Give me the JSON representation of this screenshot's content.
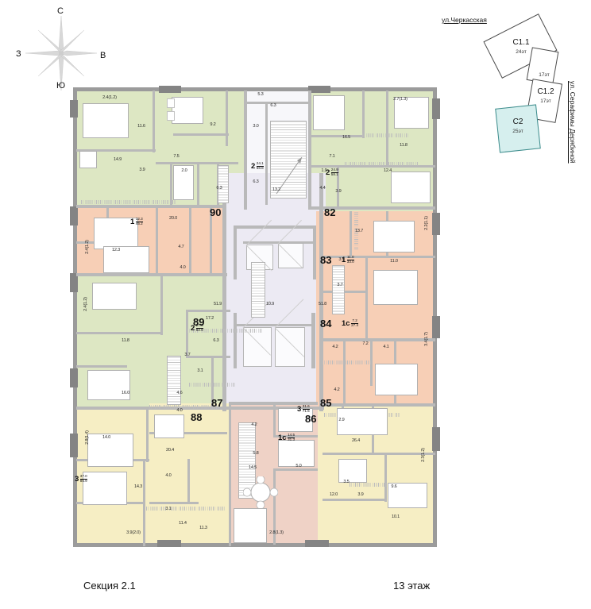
{
  "compass": {
    "north": "С",
    "south": "Ю",
    "west": "З",
    "east": "В"
  },
  "sitemap": {
    "street_top": "ул.Черкасская",
    "street_right": "ул. Серафимы Дерябиной",
    "buildings": [
      {
        "id": "s11",
        "label": "С1.1",
        "floors": "24эт",
        "highlight": false
      },
      {
        "id": "smid",
        "label": "",
        "floors": "17эт",
        "highlight": false
      },
      {
        "id": "s12",
        "label": "С1.2",
        "floors": "17эт",
        "highlight": false
      },
      {
        "id": "s2",
        "label": "С2",
        "floors": "25эт",
        "highlight": true
      }
    ]
  },
  "footer": {
    "section": "Секция 2.1",
    "floor": "13 этаж"
  },
  "plan": {
    "apartment_numbers": [
      "82",
      "83",
      "84",
      "85",
      "86",
      "87",
      "88",
      "89",
      "90"
    ],
    "apartments": [
      {
        "number": "90",
        "rooms": "2",
        "living": "24.1",
        "total": "58.8",
        "zone": "green"
      },
      {
        "number": "89",
        "rooms": "1",
        "living": "12.3",
        "total": "45.2",
        "zone": "peach"
      },
      {
        "number": "88",
        "rooms": "2",
        "living": "27.8",
        "total": "62.9",
        "zone": "green"
      },
      {
        "number": "87",
        "rooms": "3",
        "living": "37.0",
        "total": "85.9",
        "zone": "yellow"
      },
      {
        "number": "86",
        "rooms": "1с",
        "living": "14.5",
        "total": "31.3",
        "zone": "pink"
      },
      {
        "number": "85",
        "rooms": "3",
        "living": "31.6",
        "total": "71.5",
        "zone": "yellow"
      },
      {
        "number": "84",
        "rooms": "1с",
        "living": "7.2",
        "total": "27.4",
        "zone": "peach"
      },
      {
        "number": "83",
        "rooms": "1",
        "living": "11.0",
        "total": "33.0",
        "zone": "peach"
      },
      {
        "number": "82",
        "rooms": "2",
        "living": "24.9",
        "total": "58.1",
        "zone": "green"
      }
    ],
    "room_areas": [
      "2.4(1.2)",
      "11.6",
      "9.2",
      "14.9",
      "7.5",
      "3.9",
      "2.0",
      "6.3",
      "6.3",
      "3.0",
      "13.2",
      "6.3",
      "5.3",
      "16.5",
      "2.7(1.3)",
      "7.1",
      "11.8",
      "12.4",
      "4.4",
      "1.9",
      "3.9",
      "12.3",
      "20.0",
      "4.7",
      "2.4(1.2)",
      "4.0",
      "13.7",
      "3.5",
      "11.0",
      "2.2(1.1)",
      "3.7",
      "7.2",
      "4.1",
      "4.2",
      "4.2",
      "51.9",
      "10.9",
      "51.8",
      "2.4(1.2)",
      "17.2",
      "11.8",
      "6.3",
      "3.7",
      "3.1",
      "16.0",
      "4.6",
      "3.4(1.7)",
      "2.9",
      "26.4",
      "2.3(1.2)",
      "2.8(1.4)",
      "20.4",
      "14.3",
      "4.0",
      "14.0",
      "4.0",
      "3.1",
      "11.4",
      "11.3",
      "3.9(2.0)",
      "2.8(1.3)",
      "4.2",
      "5.8",
      "14.5",
      "5.0",
      "3.5",
      "12.0",
      "3.9",
      "9.6",
      "10.1"
    ]
  }
}
